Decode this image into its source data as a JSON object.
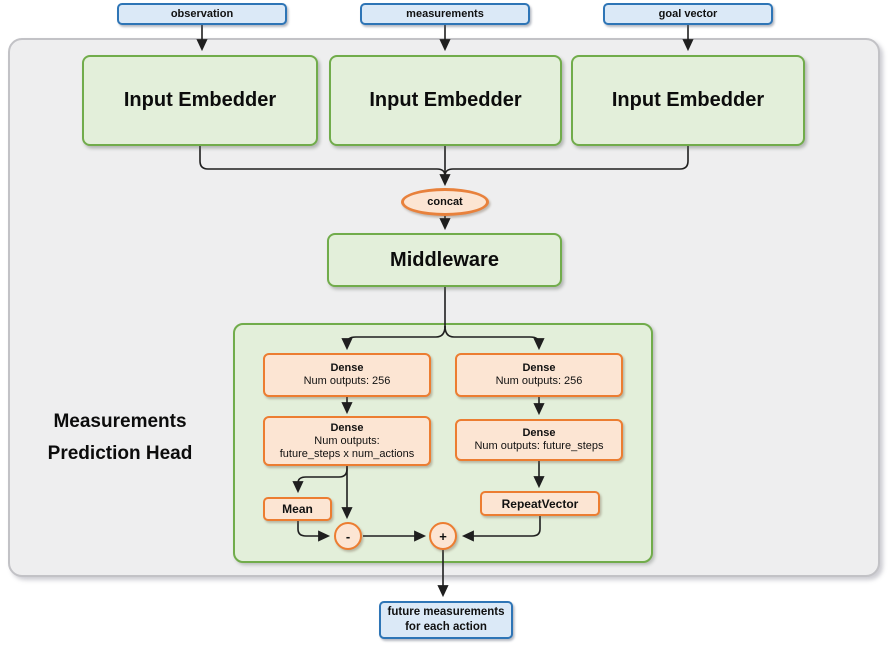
{
  "nodes": {
    "input_labels": [
      "observation",
      "measurements",
      "goal vector"
    ],
    "embedder_label": "Input Embedder",
    "concat_label": "concat",
    "middleware_label": "Middleware",
    "head_title": [
      "Measurements",
      "Prediction Head"
    ],
    "dense_top_left": {
      "name": "Dense",
      "outputs": "Num outputs: 256"
    },
    "dense_top_right": {
      "name": "Dense",
      "outputs": "Num outputs: 256"
    },
    "dense_bottom_left": {
      "name": "Dense",
      "outputs_line1": "Num outputs:",
      "outputs_line2": "future_steps x num_actions"
    },
    "dense_bottom_right": {
      "name": "Dense",
      "outputs": "Num outputs: future_steps"
    },
    "mean_label": "Mean",
    "repeat_vector_label": "RepeatVector",
    "minus_label": "-",
    "plus_label": "+",
    "output_label": [
      "future measurements",
      "for each action"
    ]
  },
  "colors": {
    "blue_fill": "#dbe9f7",
    "blue_border": "#2e75b6",
    "green_fill": "#e3efda",
    "green_border": "#71ac4b",
    "orange_fill": "#fce5d3",
    "orange_border": "#ec7d31",
    "panel_fill": "#eeeeef",
    "panel_border": "#c2c2c6",
    "wire": "#1f1f1f"
  }
}
